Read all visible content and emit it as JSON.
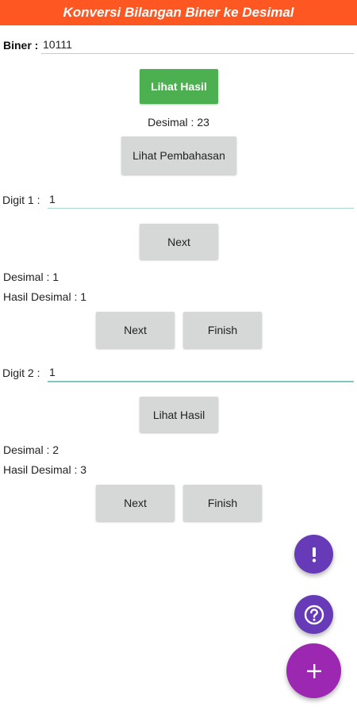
{
  "header": {
    "title": "Konversi Bilangan Biner ke Desimal"
  },
  "biner": {
    "label": "Biner :",
    "value": "10111"
  },
  "lihat_hasil_primary": "Lihat Hasil",
  "desimal_result": "Desimal : 23",
  "lihat_pembahasan": "Lihat Pembahasan",
  "step1": {
    "digit_label": "Digit 1 :",
    "digit_value": "1",
    "next_button": "Next",
    "desimal": "Desimal : 1",
    "hasil": "Hasil Desimal : 1",
    "next2_button": "Next",
    "finish_button": "Finish"
  },
  "step2": {
    "digit_label": "Digit 2 :",
    "digit_value": "1",
    "lihat_hasil_button": "Lihat Hasil",
    "desimal": "Desimal : 2",
    "hasil": "Hasil Desimal : 3",
    "next_button": "Next",
    "finish_button": "Finish"
  },
  "fabs": {
    "info_icon": "exclamation-icon",
    "help_icon": "question-circle-icon",
    "add_icon": "plus-icon",
    "colors": {
      "small": "#673ab7",
      "large": "#9c27b0"
    }
  }
}
